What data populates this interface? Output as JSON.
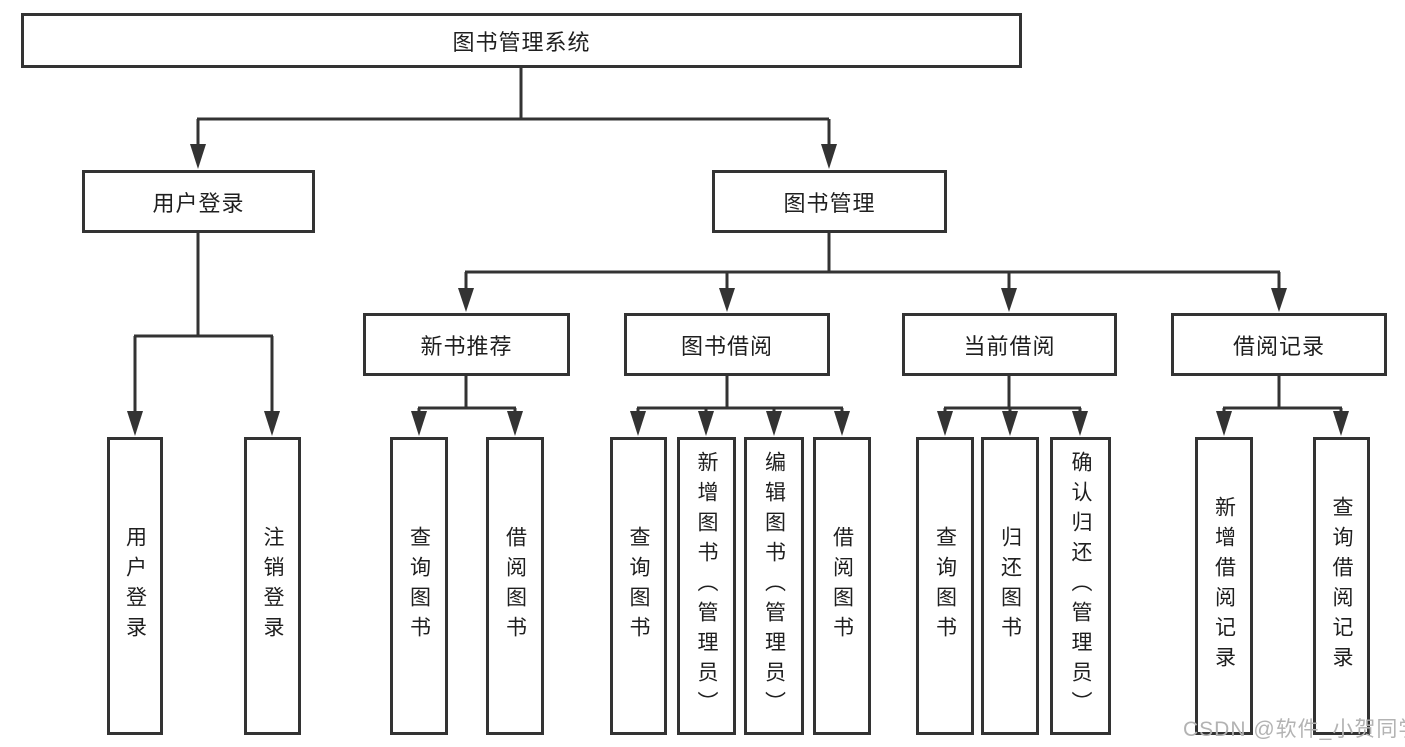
{
  "diagram": {
    "title": "图书管理系统",
    "nodes": {
      "root": "图书管理系统",
      "level2": [
        "用户登录",
        "图书管理"
      ],
      "level3": [
        "新书推荐",
        "图书借阅",
        "当前借阅",
        "借阅记录"
      ],
      "leaves": [
        "用户登录",
        "注销登录",
        "查询图书",
        "借阅图书",
        "查询图书",
        "新增图书（管理员）",
        "编辑图书（管理员）",
        "借阅图书",
        "查询图书",
        "归还图书",
        "确认归还（管理员）",
        "新增借阅记录",
        "查询借阅记录"
      ]
    },
    "hierarchy": {
      "图书管理系统": {
        "用户登录": [
          "用户登录",
          "注销登录"
        ],
        "图书管理": {
          "新书推荐": [
            "查询图书",
            "借阅图书"
          ],
          "图书借阅": [
            "查询图书",
            "新增图书（管理员）",
            "编辑图书（管理员）",
            "借阅图书"
          ],
          "当前借阅": [
            "查询图书",
            "归还图书",
            "确认归还（管理员）"
          ],
          "借阅记录": [
            "新增借阅记录",
            "查询借阅记录"
          ]
        }
      }
    },
    "colors": {
      "line": "#333333",
      "text": "#1f1f1f",
      "background": "#ffffff",
      "watermark": "#b3b3b3"
    }
  },
  "watermark": {
    "text": "CSDN @软件_小贺同学"
  }
}
